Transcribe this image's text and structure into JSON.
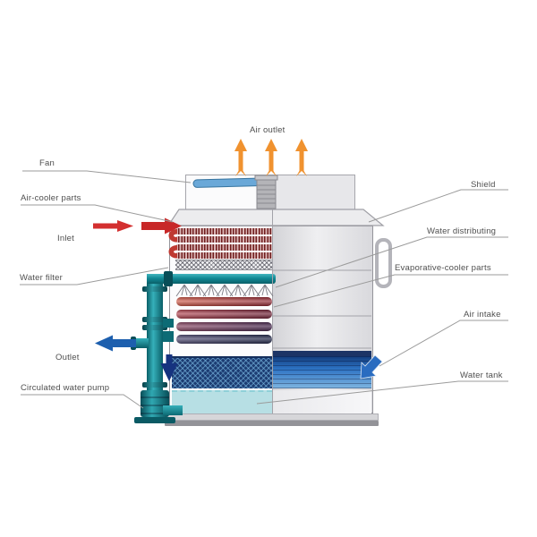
{
  "labels": {
    "air_outlet": "Air outlet",
    "fan": "Fan",
    "air_cooler_parts": "Air-cooler parts",
    "inlet": "Inlet",
    "water_filter": "Water filter",
    "outlet": "Outlet",
    "circulated_water_pump": "Circulated water pump",
    "shield": "Shield",
    "water_distributing": "Water distributing",
    "evaporative_cooler_parts": "Evaporative-cooler parts",
    "air_intake": "Air intake",
    "water_tank": "Water tank"
  },
  "colors": {
    "air_outlet_arrow_orange": "#f0922f",
    "inlet_arrow_red": "#d32f2f",
    "outlet_arrow_blue": "#1d5fae",
    "pipe_teal": "#128995",
    "coil_dark_red": "#701d1d",
    "tube_hot_red": "#b04048",
    "tube_cold_navy": "#2a2f55",
    "intake_mesh_navy": "#1c3c72",
    "intake_louver_blue": "#2e74c4",
    "water_tank_cyan": "#b7dfe4",
    "casing_gray": "#e6e6e9",
    "label_text_gray": "#4f4f4f"
  }
}
